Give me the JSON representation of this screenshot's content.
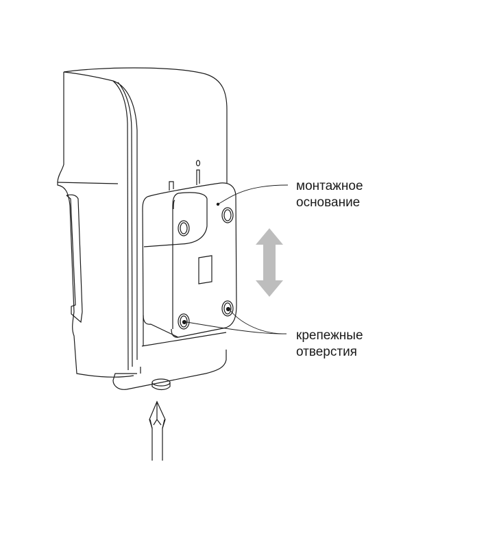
{
  "labels": {
    "mounting_base": [
      "монтажное",
      "основание"
    ],
    "mounting_holes": [
      "крепежные",
      "отверстия"
    ]
  },
  "colors": {
    "line": "#1a1a1a",
    "arrow": "#bdbdbd"
  },
  "icons": {
    "arrow": "double-arrow-vertical-icon",
    "tool": "screwdriver-icon"
  }
}
